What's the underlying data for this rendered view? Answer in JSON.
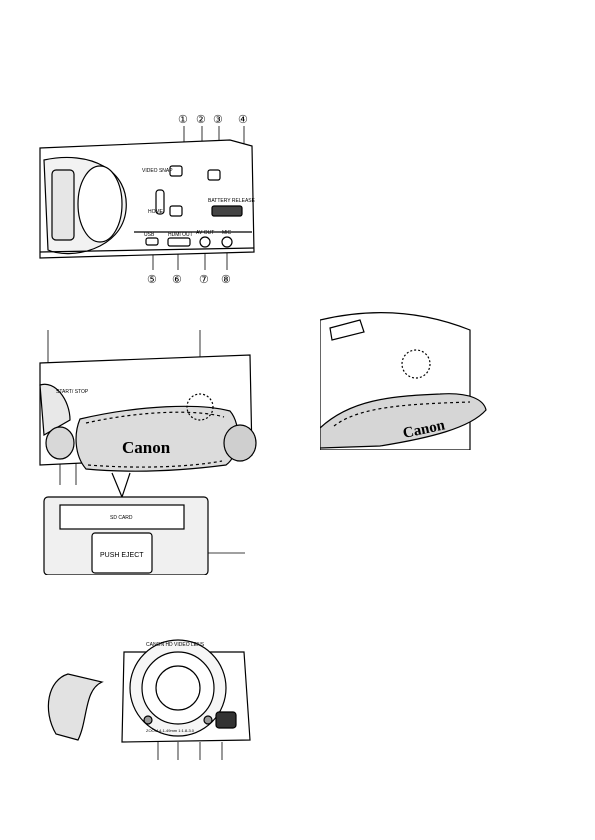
{
  "figure_top": {
    "callouts_top": [
      "①",
      "②",
      "③",
      "④"
    ],
    "callouts_bottom": [
      "⑤",
      "⑥",
      "⑦",
      "⑧"
    ],
    "button_labels": {
      "video_snap": "VIDEO SNAP",
      "home": "HOME",
      "battery_release": "BATTERY RELEASE"
    },
    "port_labels": {
      "usb": "USB",
      "hdmi_out": "HDMI OUT",
      "av_out": "AV OUT",
      "mic": "MIC"
    }
  },
  "figure_middle": {
    "labels": {
      "start_stop": "START/ STOP",
      "brand": "Canon",
      "slot_label": "SD CARD",
      "push_eject": "PUSH EJECT"
    }
  },
  "figure_right": {
    "brand": "Canon"
  },
  "figure_bottom": {
    "lens_text": "CANON HD VIDEO LENS",
    "zoom_text": "ZOOM 4.1-49mm 1:1.8-3.0"
  }
}
